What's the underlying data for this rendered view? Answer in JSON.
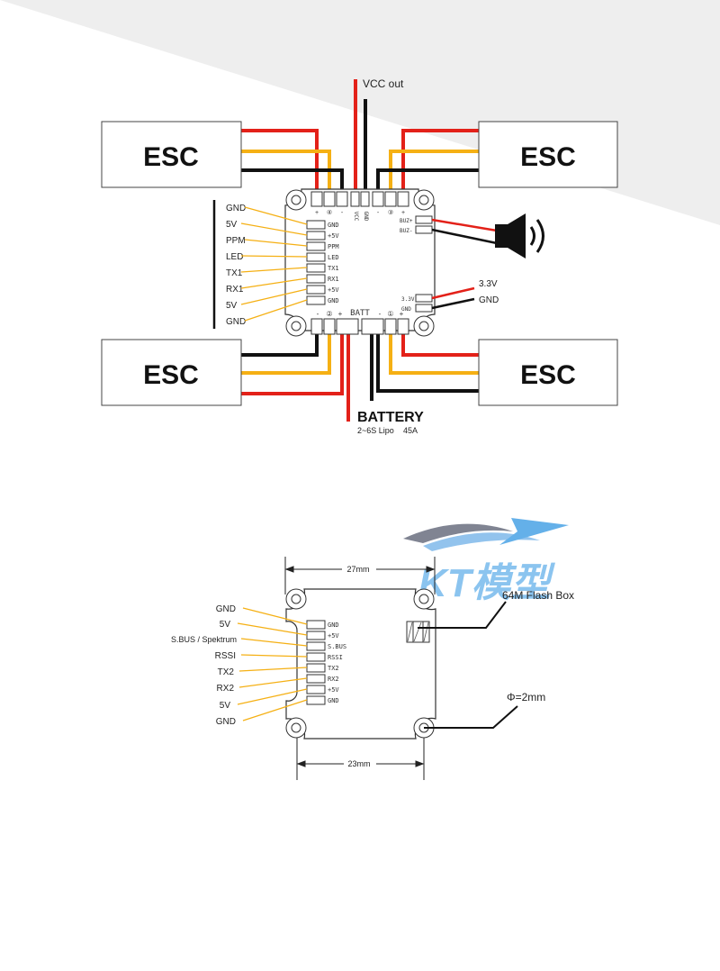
{
  "top_diagram": {
    "esc_label": "ESC",
    "vcc_out": "VCC out",
    "battery": {
      "title": "BATTERY",
      "spec": "2~6S Lipo",
      "current": "45A",
      "batt_label": "BATT"
    },
    "left_pins": [
      "GND",
      "5V",
      "PPM",
      "LED",
      "TX1",
      "RX1",
      "5V",
      "GND"
    ],
    "pad_labels": [
      "GND",
      "+5V",
      "PPM",
      "LED",
      "TX1",
      "RX1",
      "+5V",
      "GND"
    ],
    "buzzer_pads": [
      "BUZ+",
      "BUZ-"
    ],
    "right_pins": [
      "3.3V",
      "GND"
    ],
    "right_pads": [
      "3.3V",
      "GND"
    ],
    "top_pad_marks": [
      "+",
      "④",
      "-",
      "VCC",
      "GND",
      "-",
      "③",
      "+"
    ],
    "bottom_pad_marks": [
      "-",
      "②",
      "+",
      "-",
      "①",
      "+"
    ]
  },
  "bottom_diagram": {
    "dim_top": "27mm",
    "dim_bottom": "23mm",
    "flash_label": "64M Flash Box",
    "hole_label": "Φ=2mm",
    "left_pins": [
      "GND",
      "5V",
      "S.BUS / Spektrum",
      "RSSI",
      "TX2",
      "RX2",
      "5V",
      "GND"
    ],
    "pad_labels": [
      "GND",
      "+5V",
      "S.BUS",
      "RSSI",
      "TX2",
      "RX2",
      "+5V",
      "GND"
    ]
  },
  "watermark": {
    "text": "KT模型"
  },
  "colors": {
    "red": "#e32119",
    "yellow": "#f5b014",
    "black": "#111111",
    "panel": "#efefef",
    "watermark": "#4aa3e6"
  }
}
